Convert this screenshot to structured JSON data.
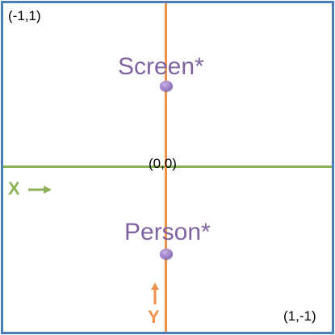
{
  "diagram": {
    "corners": {
      "top_left": "(-1,1)",
      "center": "(0,0)",
      "bottom_right": "(1,-1)"
    },
    "points": {
      "screen": "Screen*",
      "person": "Person*"
    },
    "axes": {
      "x_label": "X",
      "y_label": "Y"
    },
    "colors": {
      "frame": "#4a7ebb",
      "x_axis": "#8cb25a",
      "y_axis": "#f0924c",
      "point": "#8064a2"
    }
  }
}
